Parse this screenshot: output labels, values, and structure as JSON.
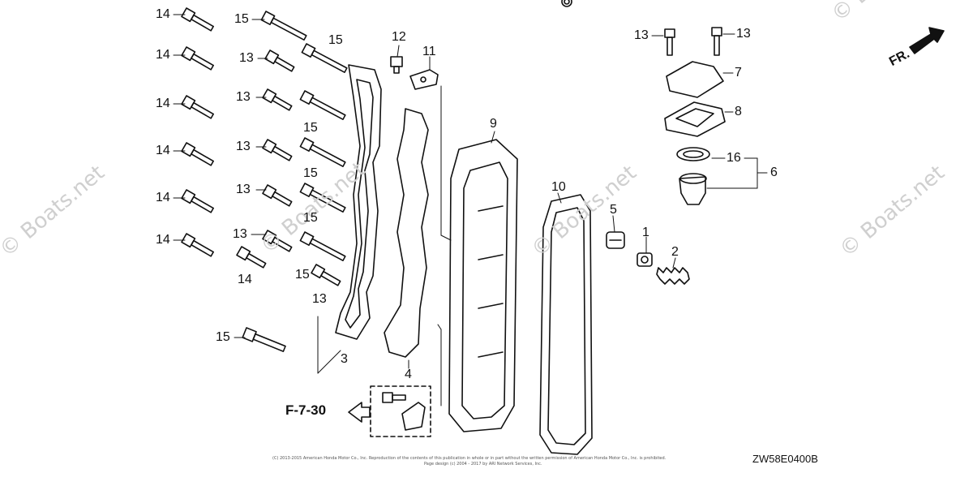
{
  "watermarks": [
    "© Boats.net",
    "© Boats.net",
    "© Boats.net",
    "© Boats.net",
    "© Boats.net"
  ],
  "callouts": [
    "14",
    "15",
    "14",
    "13",
    "15",
    "14",
    "13",
    "15",
    "14",
    "13",
    "15",
    "14",
    "13",
    "15",
    "14",
    "13",
    "14",
    "15",
    "13",
    "15",
    "3",
    "4",
    "12",
    "11",
    "9",
    "10",
    "5",
    "1",
    "2",
    "13",
    "13",
    "7",
    "8",
    "16",
    "6"
  ],
  "reference_label": "F-7-30",
  "direction_label": "FR.",
  "diagram_code": "ZW58E0400B",
  "copyright_line_1": "(C) 2013-2015 American Honda Motor Co., Inc. Reproduction of the contents of this publication in whole or in part without the written permission of American Honda Motor Co., Inc. is prohibited.",
  "copyright_line_2": "Page design (c) 2004 - 2017 by ARI Network Services, Inc."
}
